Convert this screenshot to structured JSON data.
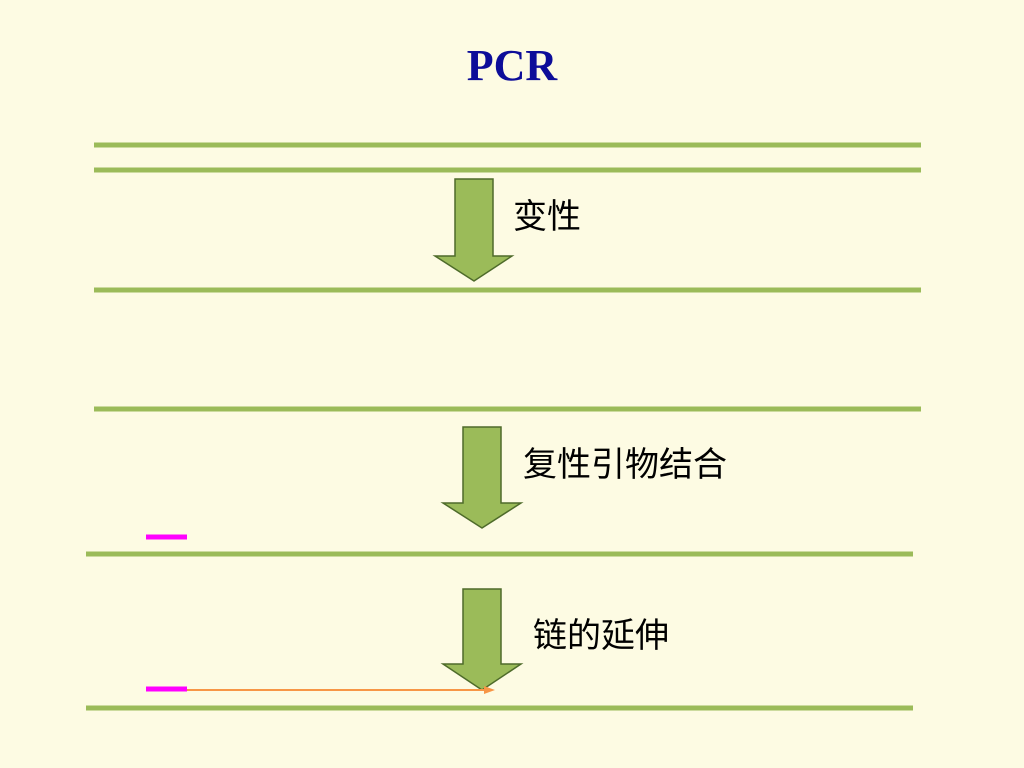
{
  "slide": {
    "title": "PCR",
    "steps": [
      {
        "label": "变性"
      },
      {
        "label": "复性引物结合"
      },
      {
        "label": "链的延伸"
      }
    ]
  },
  "colors": {
    "background": "#fdfbe3",
    "title": "#0d0d99",
    "strand": "#9bbb59",
    "arrow_fill": "#9bbb59",
    "arrow_stroke": "#4e6b2a",
    "primer": "#ff00ff",
    "extension": "#f79646",
    "label_text": "#000000"
  }
}
